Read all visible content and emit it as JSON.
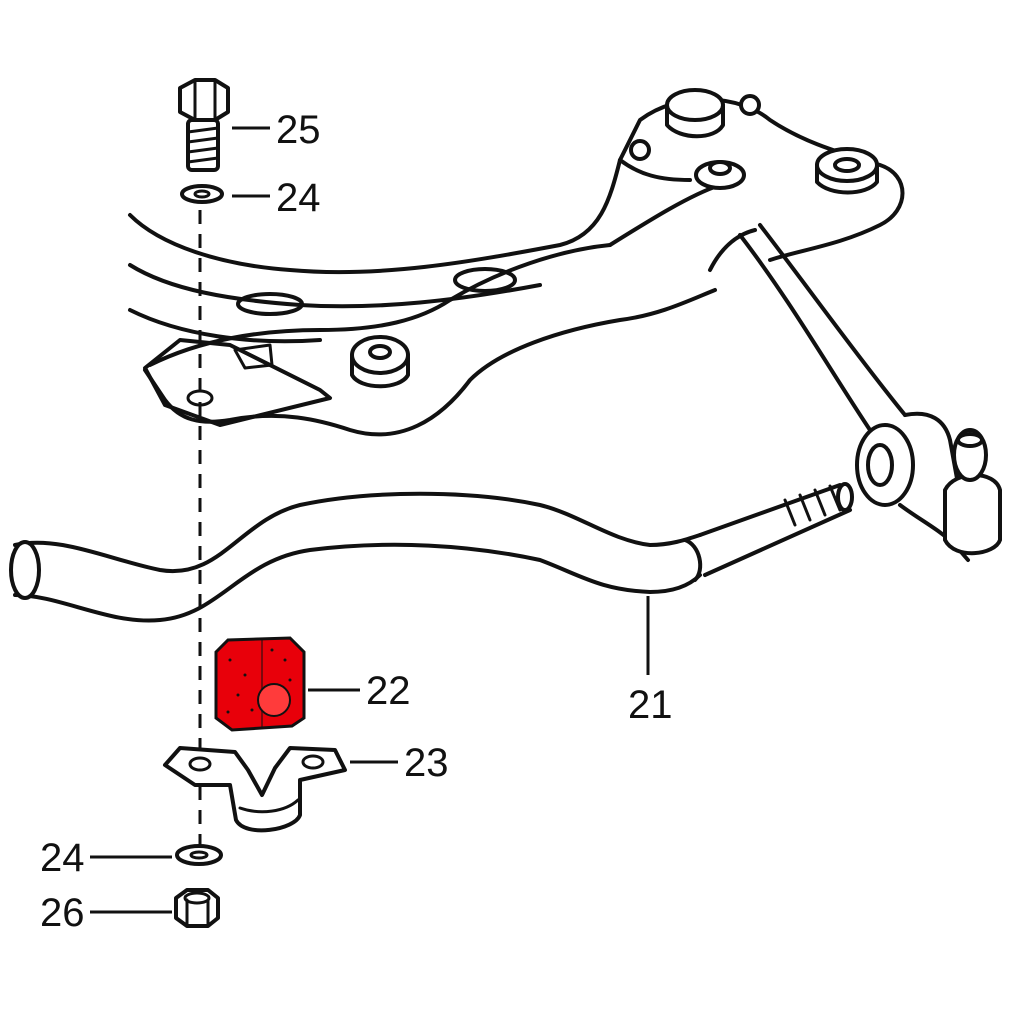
{
  "callouts": [
    {
      "id": "c25",
      "label": "25"
    },
    {
      "id": "c24a",
      "label": "24"
    },
    {
      "id": "c22",
      "label": "22"
    },
    {
      "id": "c21",
      "label": "21"
    },
    {
      "id": "c23",
      "label": "23"
    },
    {
      "id": "c24b",
      "label": "24"
    },
    {
      "id": "c26",
      "label": "26"
    }
  ],
  "colors": {
    "highlight": "#e8000a",
    "ink": "#111111",
    "background": "#ffffff"
  }
}
